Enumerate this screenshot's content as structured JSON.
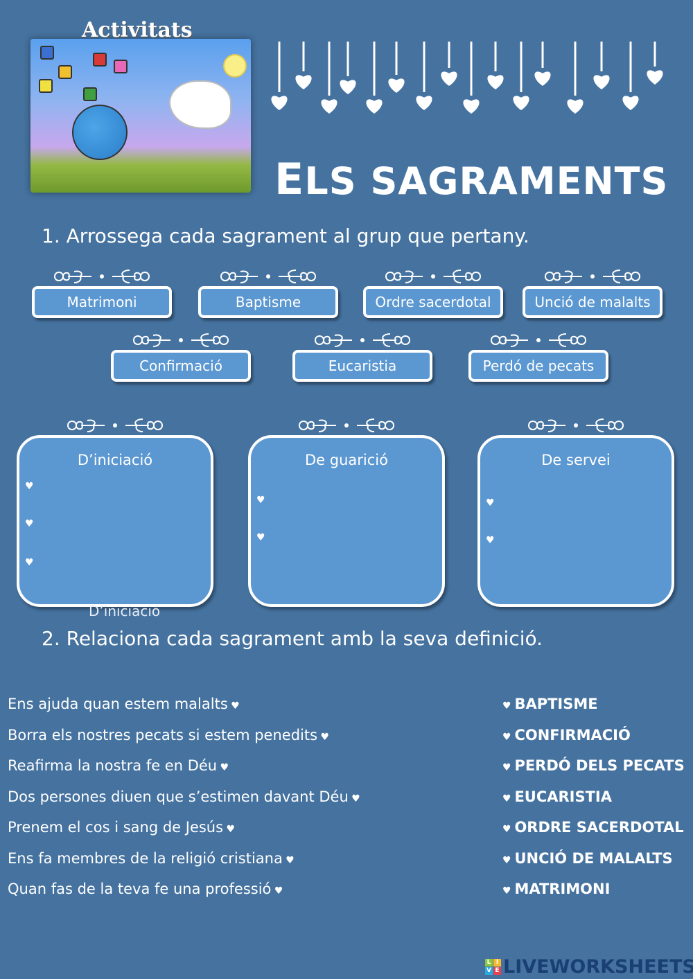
{
  "header": {
    "activities_label": "Activitats",
    "title_first": "E",
    "title_rest": "LS SAGRAMENTS"
  },
  "exercise1": {
    "question": "1.   Arrossega cada sagrament al grup que pertany.",
    "chips": [
      "Matrimoni",
      "Baptisme",
      "Ordre sacerdotal",
      "Unció de malalts",
      "Confirmació",
      "Eucaristia",
      "Perdó de pecats"
    ],
    "groups": [
      {
        "title": "D’iniciació",
        "slots": 3
      },
      {
        "title": "De guarició",
        "slots": 2
      },
      {
        "title": "De servei",
        "slots": 2
      }
    ],
    "overflow_label": "D’iniciació"
  },
  "exercise2": {
    "question": "2. Relaciona cada sagrament amb la seva definició.",
    "definitions": [
      "Ens ajuda quan estem malalts",
      "Borra els nostres pecats si estem penedits",
      "Reafirma la nostra fe en Déu",
      "Dos persones diuen que s’estimen davant Déu",
      "Prenem el cos i sang de Jesús",
      "Ens fa membres de la religió cristiana",
      "Quan fas de la teva fe una professió"
    ],
    "answers": [
      "BAPTISME",
      "CONFIRMACIÓ",
      "PERDÓ DELS PECATS",
      "EUCARISTIA",
      "ORDRE SACERDOTAL",
      "UNCIÓ DE MALALTS",
      "MATRIMONI"
    ]
  },
  "footer": {
    "logo_letters": [
      "L",
      "I",
      "V",
      "E"
    ],
    "logo_text": "LIVEWORKSHEETS"
  },
  "colors": {
    "background": "#45729f",
    "box": "#5b97d1",
    "logo": "#1a3f73"
  },
  "icons": {
    "bullet": "heart-icon",
    "ornament": "heart-vine-ornament"
  }
}
